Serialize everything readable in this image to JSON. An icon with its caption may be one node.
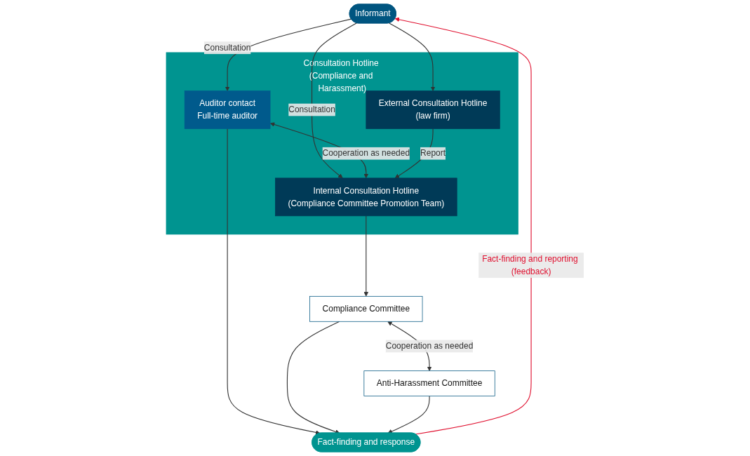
{
  "diagram": {
    "nodes": [
      {
        "text": [
          "Informant"
        ]
      },
      {
        "text": [
          "Consultation Hotline (Compliance and Harassment)"
        ]
      },
      {
        "text": [
          "Auditor contact",
          "Full-time auditor"
        ],
        "in": 1
      },
      {
        "text": [
          "Internal Consultation Hotline",
          "(Compliance Committee Promotion Team)"
        ],
        "in": 1
      },
      {
        "text": [
          "External Consultation Hotline",
          "(law firm)"
        ],
        "in": 1
      },
      {
        "text": [
          "Compliance Committee"
        ]
      },
      {
        "text": [
          "Anti-Harassment Committee"
        ]
      },
      {
        "text": [
          "Fact-finding and response"
        ]
      }
    ],
    "edges": [
      {
        "from": 0,
        "to": 2,
        "arrow": "to",
        "label": "Consultation"
      },
      {
        "from": 0,
        "to": 3,
        "arrow": "to",
        "label": "Consultation"
      },
      {
        "from": 0,
        "to": 4,
        "arrow": "to"
      },
      {
        "from": 2,
        "to": 3,
        "arrow": "both",
        "label": "Cooperation as needed"
      },
      {
        "from": 4,
        "to": 3,
        "arrow": "to",
        "label": "Report"
      },
      {
        "from": 3,
        "to": 5,
        "arrow": "to"
      },
      {
        "from": 5,
        "to": 6,
        "arrow": "both",
        "label": "Cooperation as needed"
      },
      {
        "from": 2,
        "to": 7,
        "arrow": "to"
      },
      {
        "from": 5,
        "to": 7,
        "arrow": "to"
      },
      {
        "from": 6,
        "to": 7,
        "arrow": "to"
      },
      {
        "from": 7,
        "to": 0,
        "arrow": "to",
        "label": "Fact-finding and reporting (feedback)",
        "color": "#e0102f"
      }
    ]
  }
}
